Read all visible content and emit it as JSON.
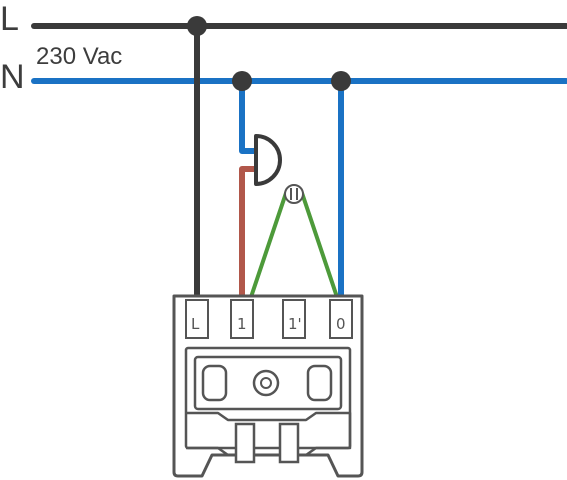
{
  "labels": {
    "line": "L",
    "neutral": "N",
    "voltage": "230 Vac"
  },
  "terminals": [
    "L",
    "1",
    "1'",
    "0"
  ],
  "colors": {
    "line_wire": "#3a3a3a",
    "neutral_wire": "#1a72c4",
    "switched_wire": "#b1574a",
    "traveller_wire": "#4d9a3a",
    "outline": "#555555"
  },
  "icons": {
    "load": "lamp-symbol",
    "indicator": "pilot-light-symbol"
  }
}
